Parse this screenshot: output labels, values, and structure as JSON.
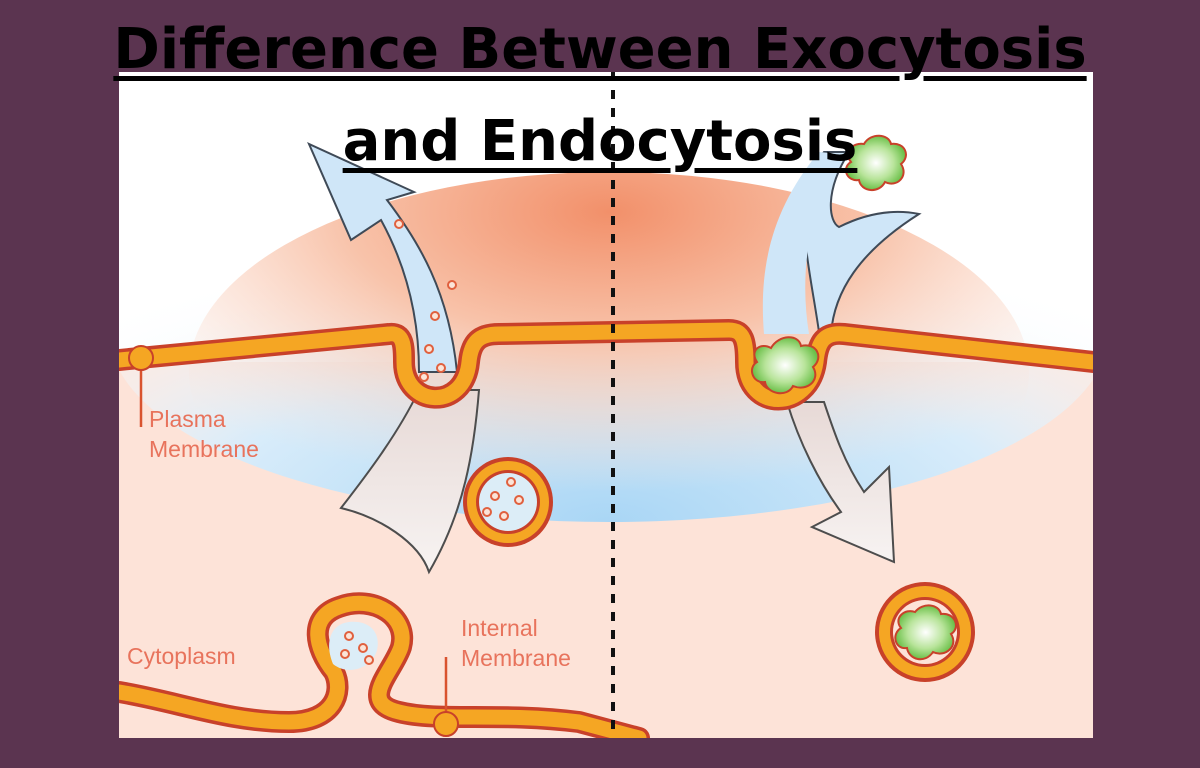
{
  "title": {
    "line1": "Difference Between Exocytosis",
    "line2": "and Endocytosis"
  },
  "labels": {
    "plasma_membrane_1": "Plasma",
    "plasma_membrane_2": "Membrane",
    "cytoplasm": "Cytoplasm",
    "internal_membrane_1": "Internal",
    "internal_membrane_2": "Membrane"
  },
  "colors": {
    "background": "#5b3450",
    "membrane_fill": "#f5a623",
    "membrane_edge": "#c8412a",
    "label": "#e8735c",
    "cytoplasm": "#fde3d8",
    "extracellular": "#bfe0f7",
    "cargo": "#7fce5a"
  }
}
